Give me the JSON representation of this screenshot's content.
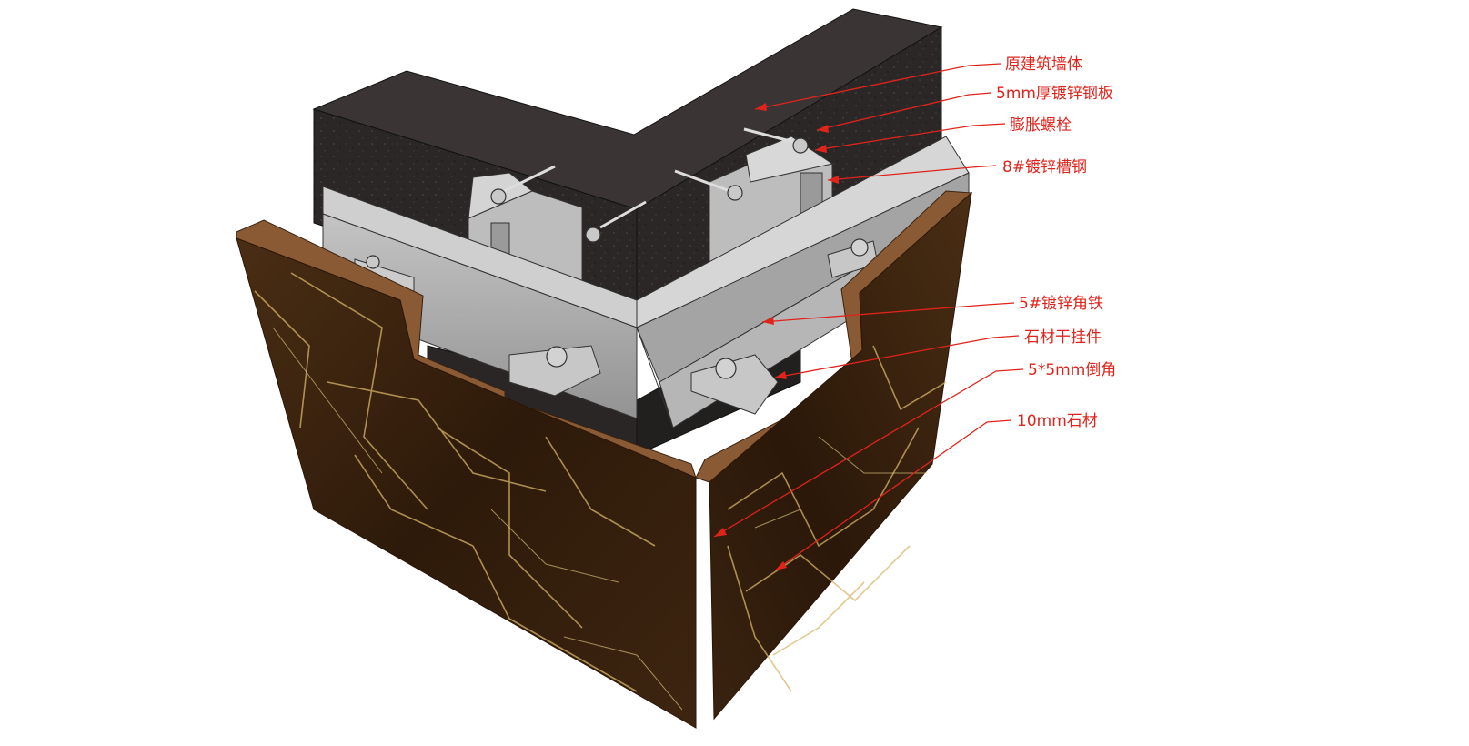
{
  "labels": [
    {
      "id": "wall",
      "text": "原建筑墙体"
    },
    {
      "id": "steel-plate",
      "text": "5mm厚镀锌钢板"
    },
    {
      "id": "expansion-bolt",
      "text": "膨胀螺栓"
    },
    {
      "id": "channel-steel",
      "text": "8#镀锌槽钢"
    },
    {
      "id": "angle-iron",
      "text": "5#镀锌角铁"
    },
    {
      "id": "dry-hanger",
      "text": "石材干挂件"
    },
    {
      "id": "chamfer",
      "text": "5*5mm倒角"
    },
    {
      "id": "stone",
      "text": "10mm石材"
    }
  ],
  "colors": {
    "leader": "#e0241b",
    "text": "#e0241b",
    "wall": "#2a2626",
    "steel": "#a9a9a9",
    "steel_dark": "#8c8c8c",
    "marble_base": "#3b2410",
    "marble_edge": "#8a5a35",
    "marble_vein": "#d8b56a"
  }
}
